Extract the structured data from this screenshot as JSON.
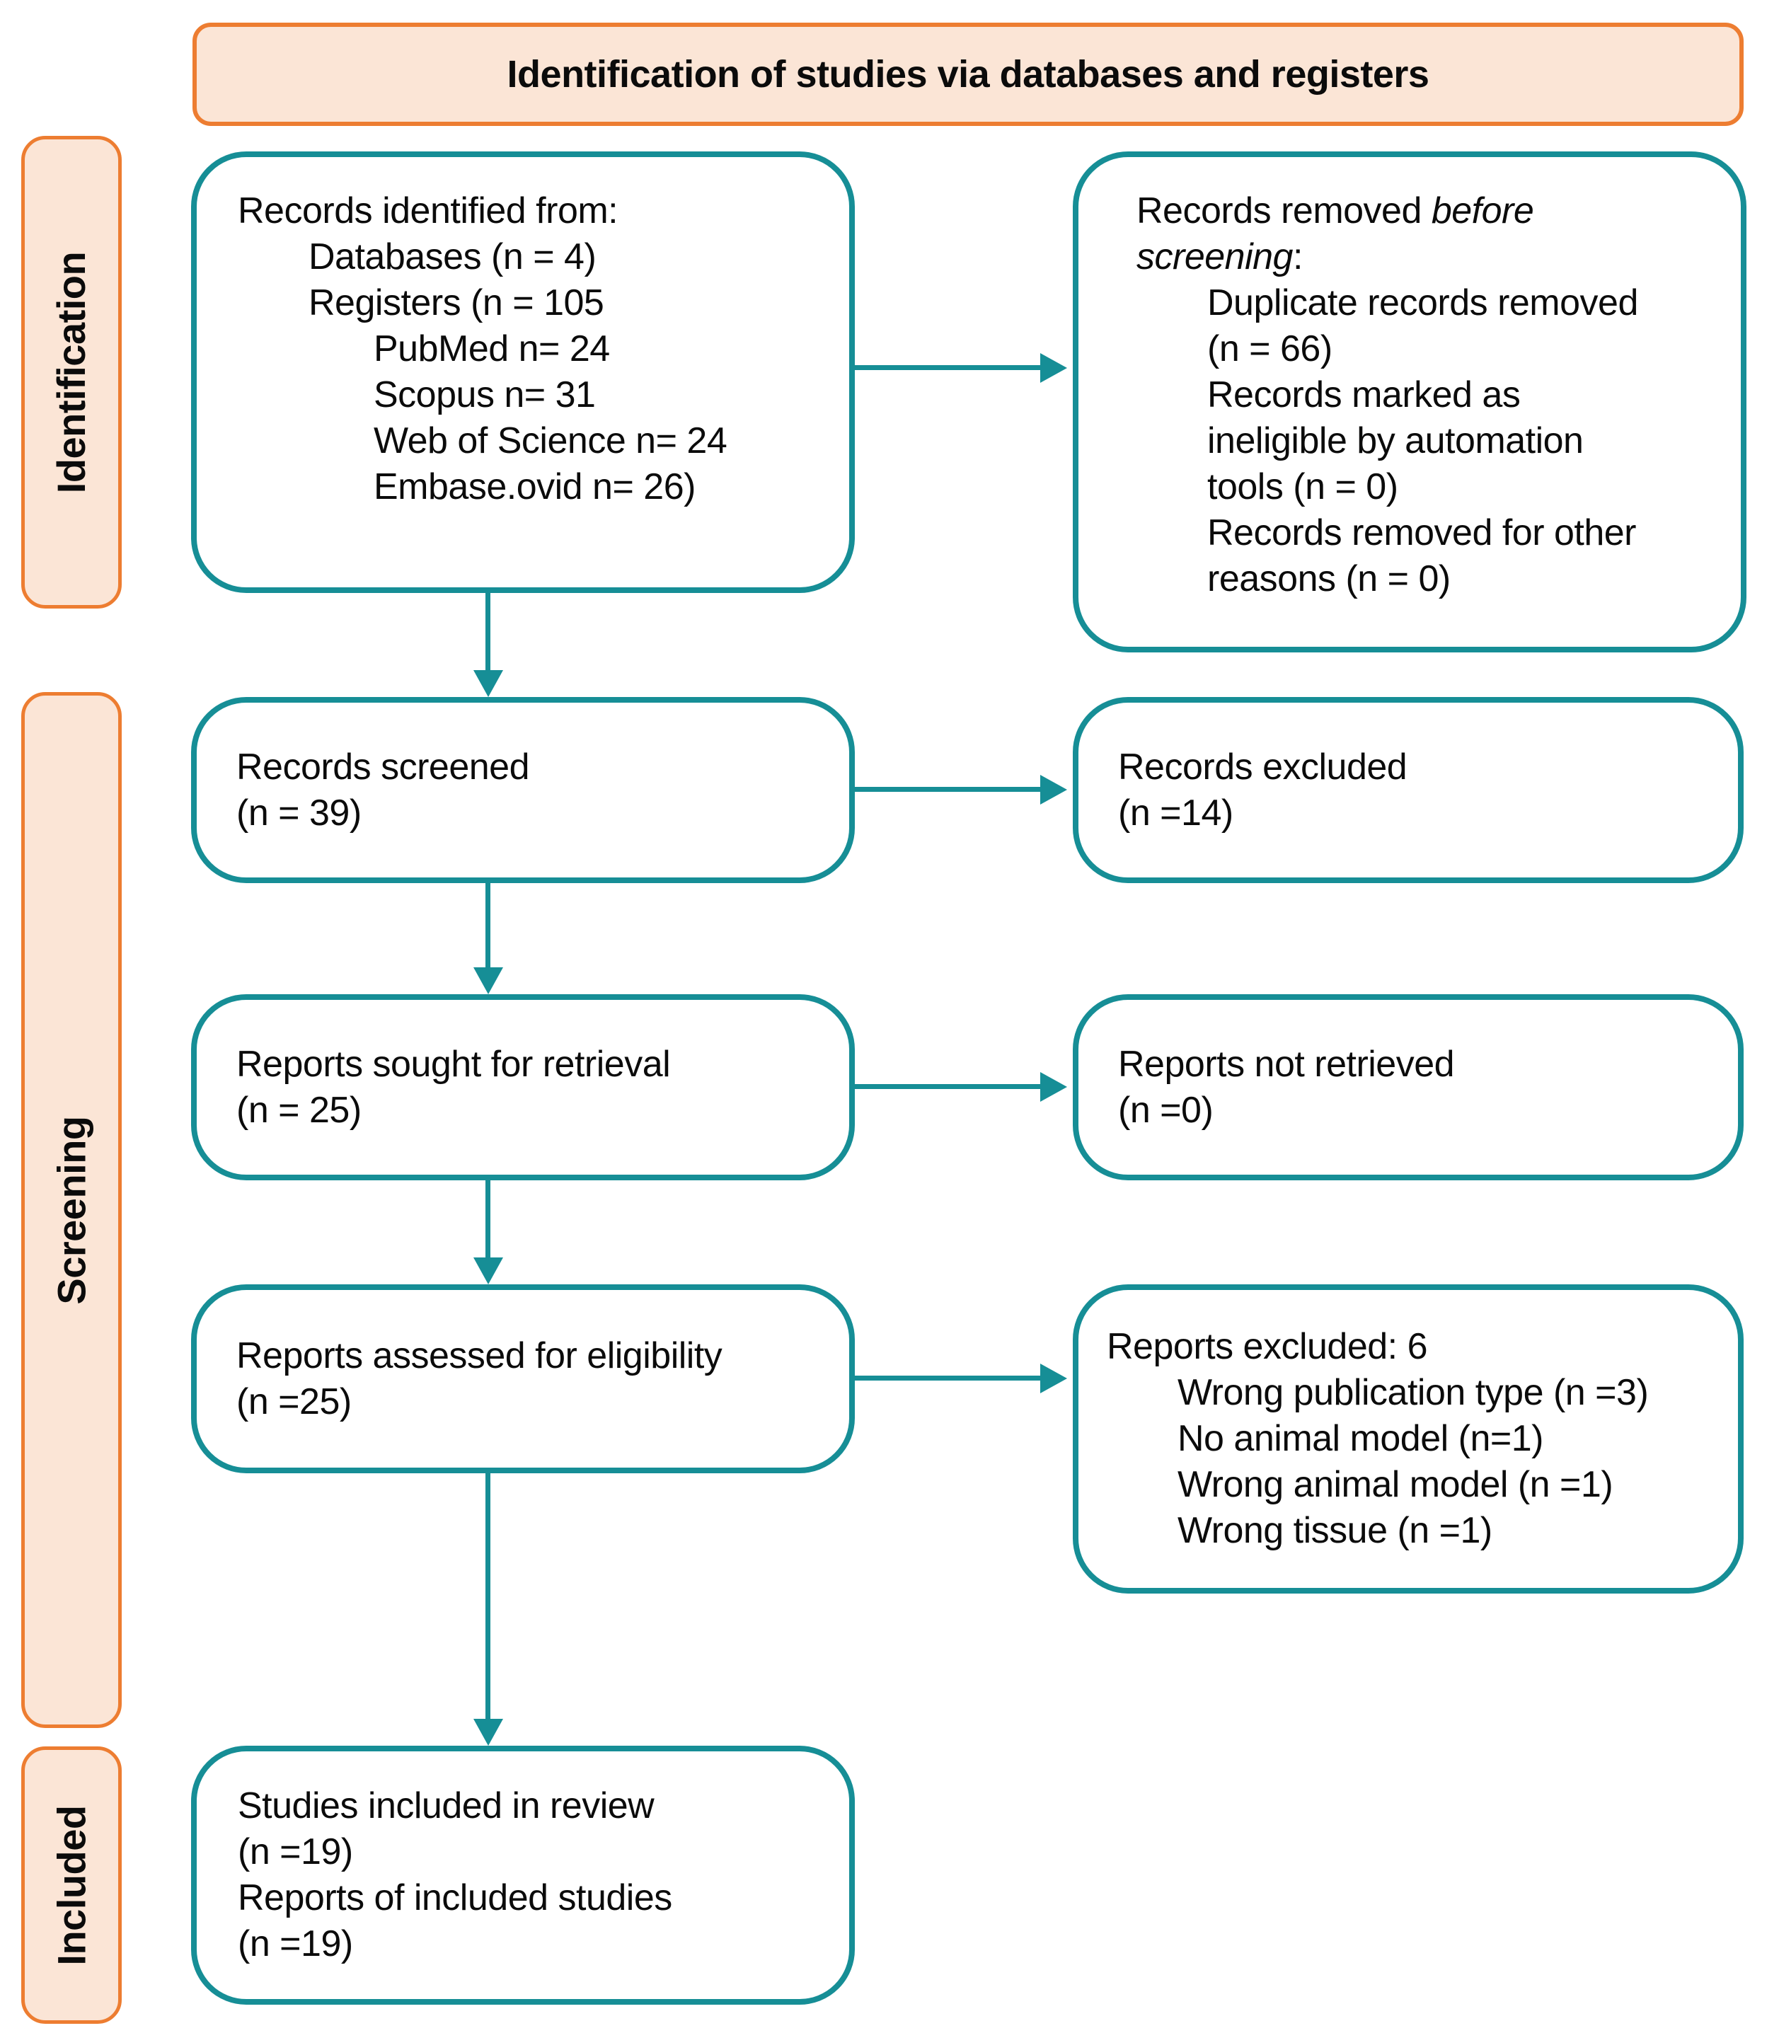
{
  "header": {
    "title": "Identification of studies via databases and registers"
  },
  "sidebar": [
    {
      "label": "Identification"
    },
    {
      "label": "Screening"
    },
    {
      "label": "Included"
    }
  ],
  "colors": {
    "box_border_teal": "#168E96",
    "arrow_teal": "#168E96",
    "stage_fill_peach": "#FBE5D6",
    "stage_border_orange": "#ED7D31",
    "text": "#0b0b0b",
    "background": "#ffffff"
  },
  "boxes": {
    "identified": {
      "lines": [
        {
          "t": "Records identified from:",
          "ind": 0
        },
        {
          "t": "Databases (n = 4)",
          "ind": 1
        },
        {
          "t": "Registers (n = 105",
          "ind": 1
        },
        {
          "t": "PubMed n= 24",
          "ind": 2
        },
        {
          "t": "Scopus n= 31",
          "ind": 2
        },
        {
          "t": "Web of Science n= 24",
          "ind": 2
        },
        {
          "t": "Embase.ovid n= 26)",
          "ind": 2
        }
      ]
    },
    "removed": {
      "lines": [
        {
          "segs": [
            {
              "t": "Records removed "
            },
            {
              "t": "before",
              "i": true
            }
          ],
          "ind": 0
        },
        {
          "segs": [
            {
              "t": "screening",
              "i": true
            },
            {
              "t": ":"
            }
          ],
          "ind": 0
        },
        {
          "t": "Duplicate records removed",
          "ind": 1
        },
        {
          "t": "(n = 66)",
          "ind": 1
        },
        {
          "t": "Records marked as",
          "ind": 1
        },
        {
          "t": "ineligible by automation",
          "ind": 1
        },
        {
          "t": "tools (n = 0)",
          "ind": 1
        },
        {
          "t": "Records removed for other",
          "ind": 1
        },
        {
          "t": "reasons (n = 0)",
          "ind": 1
        }
      ]
    },
    "screened": {
      "lines": [
        {
          "t": "Records screened",
          "ind": 0
        },
        {
          "t": "(n = 39)",
          "ind": 0
        }
      ]
    },
    "records_excluded": {
      "lines": [
        {
          "t": "Records excluded",
          "ind": 0
        },
        {
          "t": "(n =14)",
          "ind": 0
        }
      ]
    },
    "sought": {
      "lines": [
        {
          "t": "Reports sought for retrieval",
          "ind": 0
        },
        {
          "t": "(n = 25)",
          "ind": 0
        }
      ]
    },
    "not_retrieved": {
      "lines": [
        {
          "t": "Reports not retrieved",
          "ind": 0
        },
        {
          "t": "(n =0)",
          "ind": 0
        }
      ]
    },
    "assessed": {
      "lines": [
        {
          "t": "Reports assessed for eligibility",
          "ind": 0
        },
        {
          "t": "(n =25)",
          "ind": 0
        }
      ]
    },
    "reports_excluded": {
      "lines": [
        {
          "t": "Reports excluded: 6",
          "ind": 0
        },
        {
          "t": "Wrong publication type (n =3)",
          "ind": 1
        },
        {
          "t": "No animal model (n=1)",
          "ind": 1
        },
        {
          "t": "Wrong animal model (n =1)",
          "ind": 1
        },
        {
          "t": "Wrong tissue (n =1)",
          "ind": 1
        }
      ]
    },
    "included": {
      "lines": [
        {
          "t": "Studies included in review",
          "ind": 0
        },
        {
          "t": "(n =19)",
          "ind": 0
        },
        {
          "t": "Reports of included studies",
          "ind": 0
        },
        {
          "t": "(n =19)",
          "ind": 0
        }
      ]
    }
  }
}
